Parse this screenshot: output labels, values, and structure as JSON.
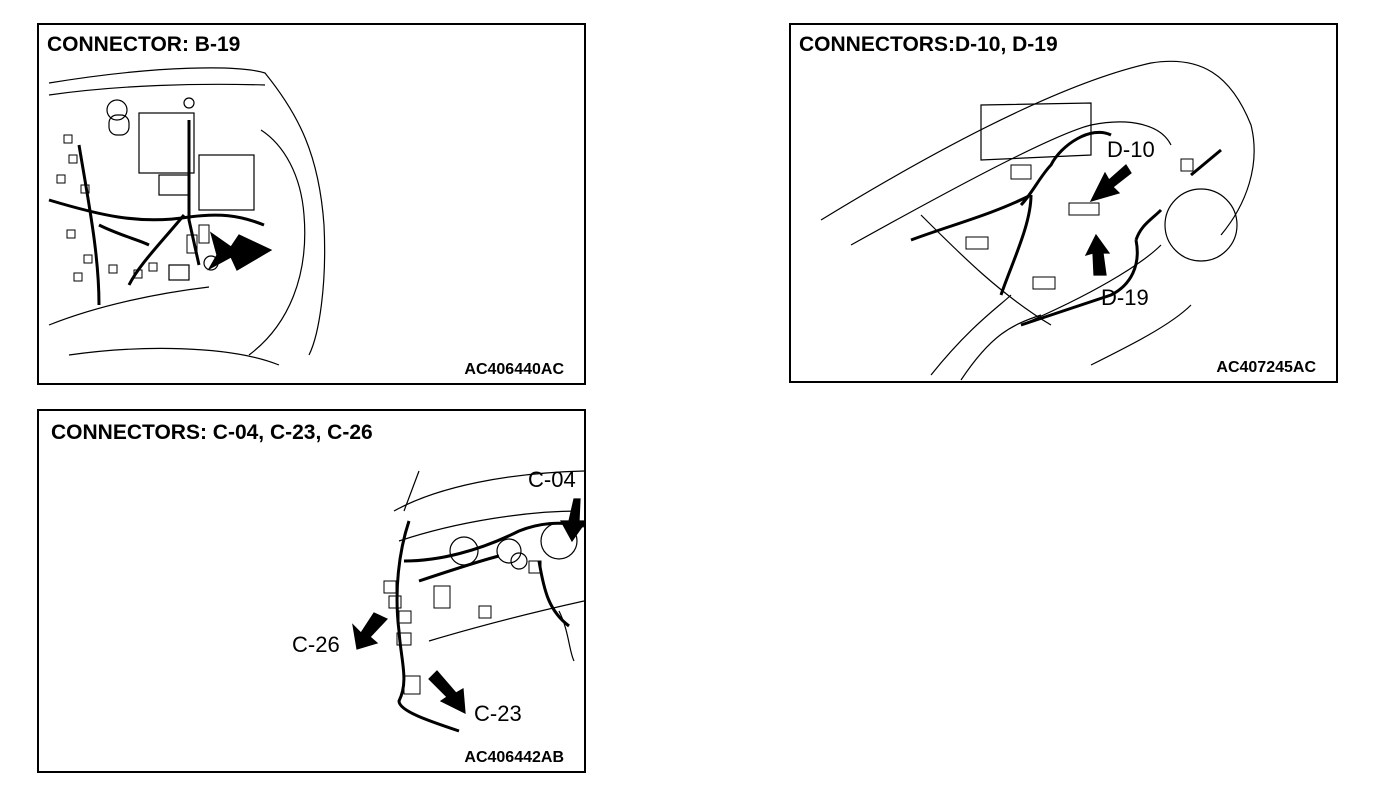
{
  "panels": {
    "b19": {
      "title": "CONNECTOR: B-19",
      "code": "AC406440AC"
    },
    "d": {
      "title": "CONNECTORS:D-10, D-19",
      "code": "AC407245AC",
      "callouts": {
        "d10": "D-10",
        "d19": "D-19"
      }
    },
    "c": {
      "title": "CONNECTORS: C-04, C-23, C-26",
      "code": "AC406442AB",
      "callouts": {
        "c04": "C-04",
        "c26": "C-26",
        "c23": "C-23"
      }
    }
  },
  "colors": {
    "ink": "#000000",
    "paper": "#ffffff"
  }
}
